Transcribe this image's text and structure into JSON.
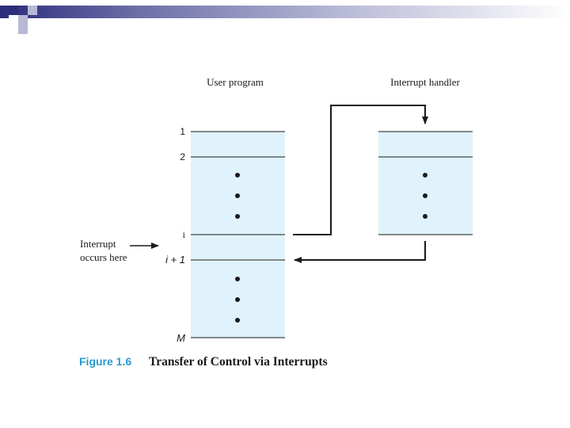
{
  "colors": {
    "accent_dark": "#2b2c7c",
    "accent_light": "#b8b9d6",
    "box_fill": "#e0f2fb",
    "figure_label": "#2a9ad0"
  },
  "diagram": {
    "user_program_label": "User program",
    "interrupt_handler_label": "Interrupt handler",
    "user_program_lines": {
      "line_1": "1",
      "line_2": "2",
      "line_i": "i",
      "line_i_plus_1": "i + 1",
      "line_M": "M"
    },
    "interrupt_note": {
      "line1": "Interrupt",
      "line2": "occurs here"
    }
  },
  "caption": {
    "figure_number": "Figure 1.6",
    "title": "Transfer of Control via Interrupts"
  }
}
